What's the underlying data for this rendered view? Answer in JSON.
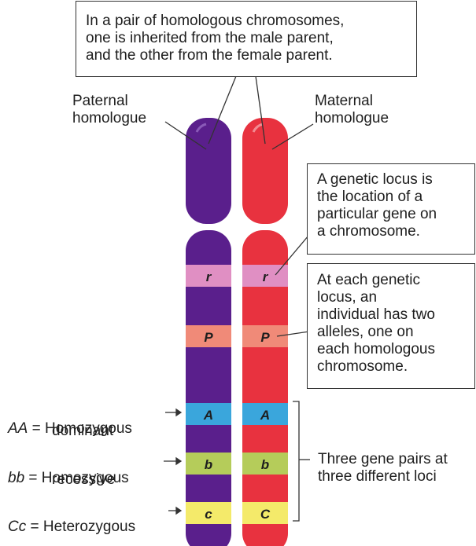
{
  "callouts": {
    "top": "In a pair of homologous chromosomes,\none is inherited from the male parent,\nand the other from the female parent.",
    "locus": "A genetic locus is\nthe location of a\nparticular gene on\na chromosome.",
    "alleles": "At each genetic\nlocus, an\nindividual has two\nalleles, one on\neach homologous\nchromosome."
  },
  "labels": {
    "paternal": "Paternal\nhomologue",
    "maternal": "Maternal\nhomologue",
    "gene_pairs": "Three gene pairs at\nthree different loci"
  },
  "genotypes": [
    {
      "symbol": "AA",
      "equals": " = ",
      "text": "Homozygous",
      "arrow": "→",
      "line2": "dominant"
    },
    {
      "symbol": "bb",
      "equals": " = ",
      "text": "Homozygous",
      "arrow": "→",
      "line2": "recessive"
    },
    {
      "symbol": "Cc",
      "equals": " = ",
      "text": "Heterozygous",
      "arrow": "→",
      "line2": ""
    }
  ],
  "chromosomes": {
    "paternal": {
      "color": "#5a1f8c",
      "bands": [
        "r",
        "P",
        "A",
        "b",
        "c"
      ]
    },
    "maternal": {
      "color": "#e8323f",
      "bands": [
        "r",
        "P",
        "A",
        "b",
        "C"
      ]
    }
  },
  "band_colors": {
    "r": "#e08fc3",
    "P": "#f08a78",
    "A": "#3aa6dc",
    "b": "#b5cc5a",
    "c": "#f4ea6a"
  }
}
